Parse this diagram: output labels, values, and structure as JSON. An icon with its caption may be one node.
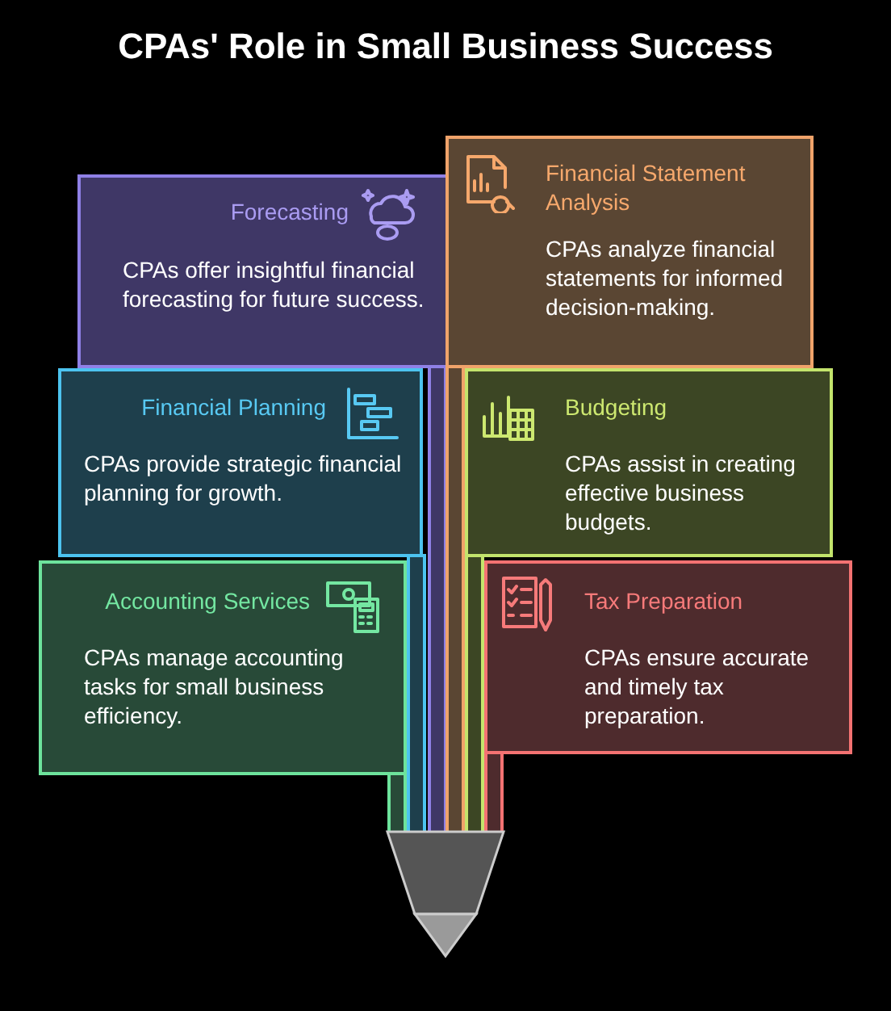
{
  "diagram": {
    "title": "CPAs' Role in Small Business Success",
    "nodes": [
      {
        "text": [
          "Forecasting",
          "CPAs offer insightful financial forecasting for future success."
        ]
      },
      {
        "text": [
          "Financial Statement Analysis",
          "CPAs analyze financial statements for informed decision-making."
        ]
      },
      {
        "text": [
          "Financial Planning",
          "CPAs provide strategic financial planning for growth."
        ]
      },
      {
        "text": [
          "Budgeting",
          "CPAs assist in creating effective business budgets."
        ]
      },
      {
        "text": [
          "Accounting Services",
          "CPAs manage accounting tasks for small business efficiency."
        ]
      },
      {
        "text": [
          "Tax Preparation",
          "CPAs ensure accurate and timely tax preparation."
        ]
      }
    ]
  }
}
